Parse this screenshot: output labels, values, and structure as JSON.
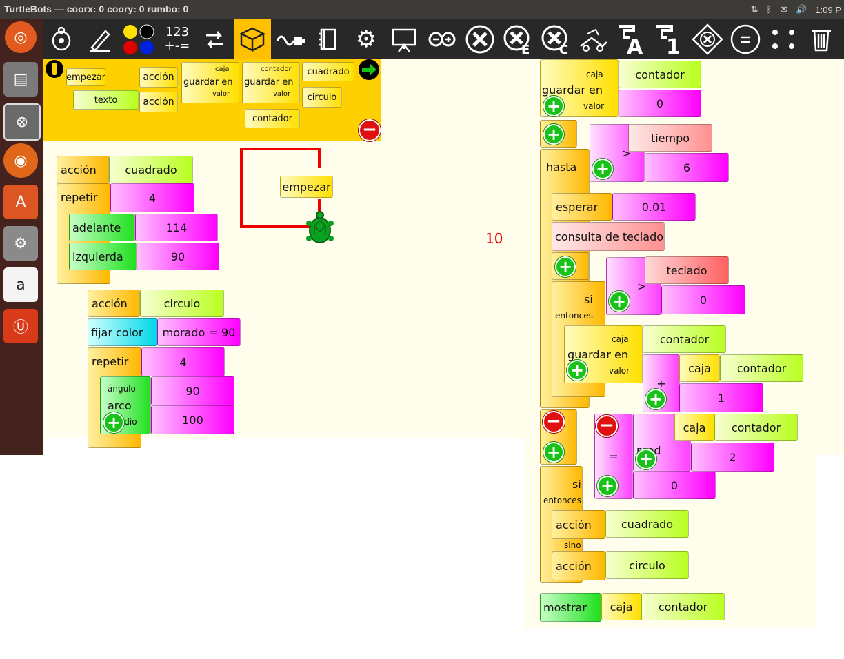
{
  "window": {
    "title": "TurtleBots — coorx: 0 coory: 0 rumbo: 0",
    "clock": "1:09 P"
  },
  "colors": {
    "palette": "#ffd000",
    "canvas": "#fffdeb",
    "toolbar": "#282828",
    "launcher": "#44231e",
    "trail": "#ee0000"
  },
  "toolbar": {
    "numbers_top": "123",
    "numbers_bottom": "+-="
  },
  "palette": {
    "empezar": "empezar",
    "texto": "texto",
    "accion1": "acción",
    "accion2": "acción",
    "guardar1": {
      "top": "caja",
      "main": "guardar en",
      "bottom": "valor"
    },
    "guardar2": {
      "top": "contador",
      "main": "guardar en",
      "bottom": "valor"
    },
    "contador": "contador",
    "cuadrado": "cuadrado",
    "circulo": "circulo"
  },
  "stack1": {
    "accion": "acción",
    "name": "cuadrado",
    "repetir": "repetir",
    "count": "4",
    "adelante": "adelante",
    "adelante_val": "114",
    "izquierda": "izquierda",
    "izquierda_val": "90"
  },
  "stack2": {
    "accion": "acción",
    "name": "circulo",
    "fijar": "fijar color",
    "color": "morado = 90",
    "repetir": "repetir",
    "count": "4",
    "angulo": "ángulo",
    "arco": "arco",
    "angulo_val": "90",
    "radio": "radio",
    "radio_val": "100"
  },
  "canvas": {
    "empezar": "empezar",
    "counter": "10"
  },
  "main": {
    "g1_caja": "caja",
    "g1_main": "guardar en",
    "g1_valor": "valor",
    "g1_name": "contador",
    "g1_val": "0",
    "hasta": "hasta",
    "tiempo": "tiempo",
    "gt": ">",
    "six": "6",
    "esperar": "esperar",
    "wait": "0.01",
    "consulta": "consulta de teclado",
    "si": "si",
    "entonces": "entonces",
    "teclado": "teclado",
    "gt2": ">",
    "zero": "0",
    "g2_caja": "caja",
    "g2_main": "guardar en",
    "g2_valor": "valor",
    "g2_name": "contador",
    "plus": "+",
    "caja_a": "caja",
    "contador_a": "contador",
    "one": "1",
    "eq": "=",
    "caja_b": "caja",
    "contador_b": "contador",
    "mod": "mod",
    "two": "2",
    "zero2": "0",
    "si2": "si",
    "entonces2": "entonces",
    "accion_a": "acción",
    "cuadrado": "cuadrado",
    "sino": "sino",
    "accion_b": "acción",
    "circulo": "circulo",
    "mostrar": "mostrar",
    "caja_c": "caja",
    "contador_c": "contador"
  }
}
